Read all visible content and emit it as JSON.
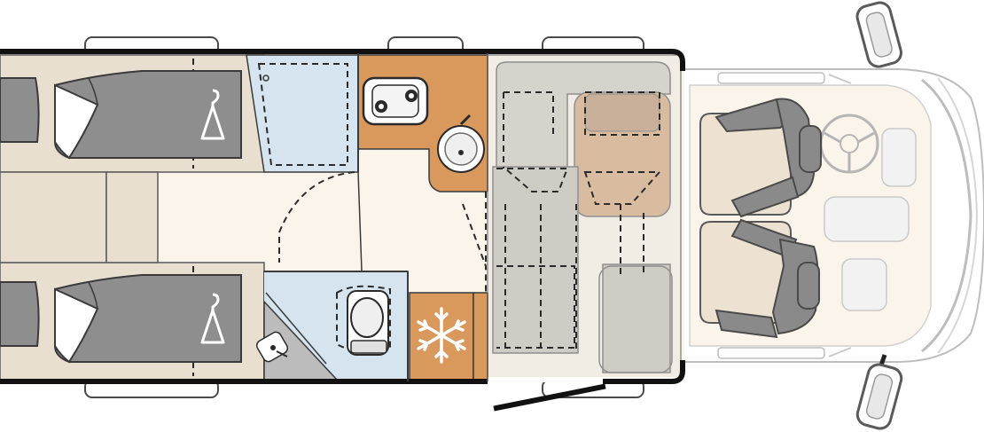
{
  "diagram": {
    "type": "motorhome-floor-plan",
    "orientation": "front-right",
    "areas": [
      {
        "id": "rear-bed-upper",
        "kind": "single-bed"
      },
      {
        "id": "rear-bed-lower",
        "kind": "single-bed"
      },
      {
        "id": "wardrobe",
        "kind": "wardrobe"
      },
      {
        "id": "kitchen",
        "kind": "kitchen-counter"
      },
      {
        "id": "washroom",
        "kind": "washroom"
      },
      {
        "id": "fridge",
        "kind": "refrigerator"
      },
      {
        "id": "dinette",
        "kind": "lounge-seating"
      },
      {
        "id": "cab",
        "kind": "driver-cab"
      }
    ],
    "colors": {
      "bed_area": "#e9dfd1",
      "floor": "#fbf4ea",
      "storage_blue": "#d5e4ef",
      "wood_orange": "#d9985c",
      "mattress_grey": "#8e8e8e",
      "seat_beige": "#ede2d2",
      "seat_grey": "#8a8a8a",
      "wall": "#111111"
    },
    "icons": [
      "hanger-icon",
      "snowflake-icon",
      "toilet-icon",
      "sink-icon",
      "hob-icon",
      "steering-wheel-icon",
      "mirror-icon"
    ]
  }
}
